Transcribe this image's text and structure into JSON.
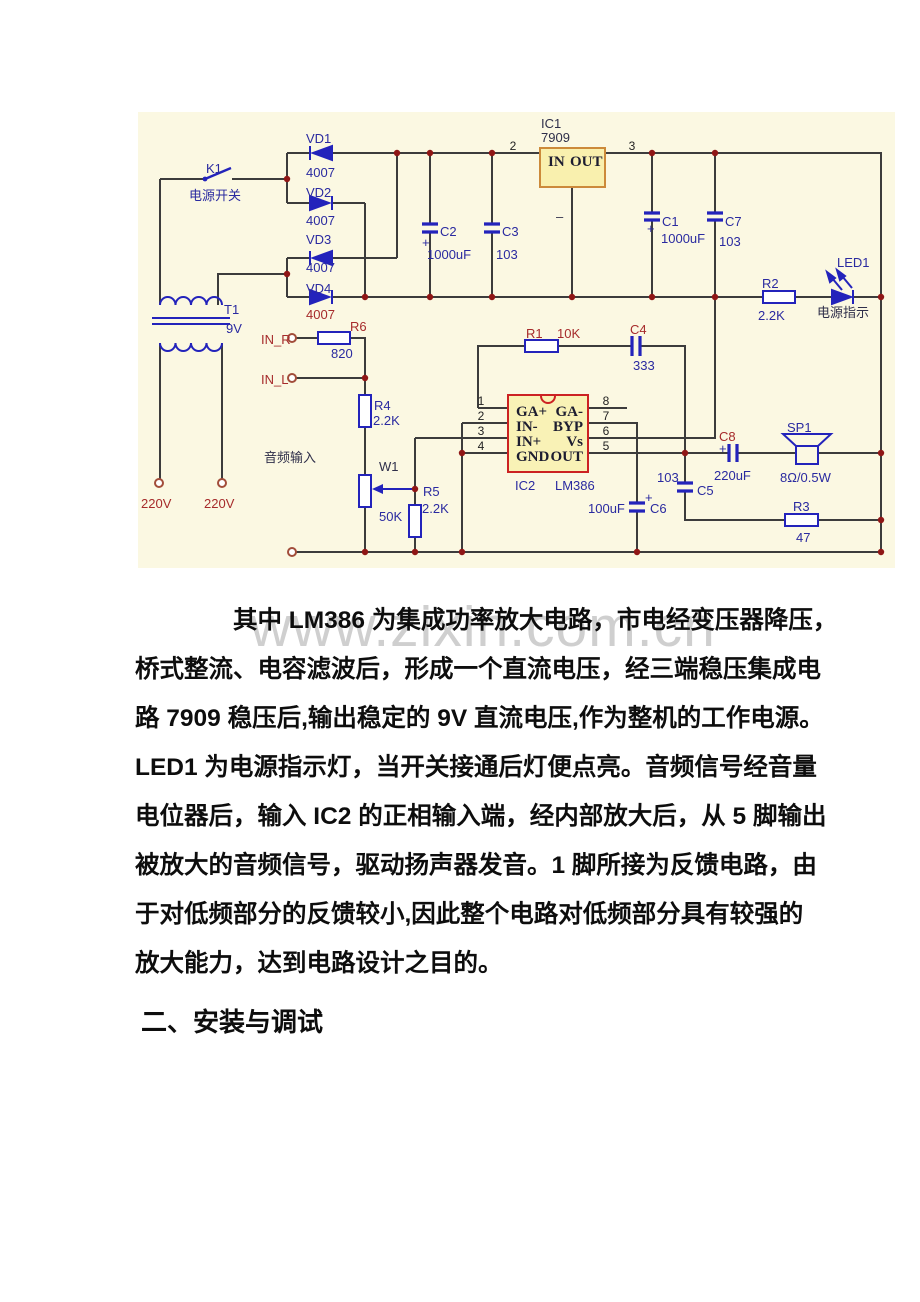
{
  "page": {
    "background": "#ffffff"
  },
  "schematic": {
    "bg": "#fbf8e2",
    "wire_color": "#3c3c3c",
    "component_color": "#2323bb",
    "junction_color": "#8f1616",
    "labels": {
      "k1": "K1",
      "k1_name": "电源开关",
      "vd1": "VD1",
      "d1": "4007",
      "vd2": "VD2",
      "d2": "4007",
      "vd3": "VD3",
      "d3": "4007",
      "vd4": "VD4",
      "d4": "4007",
      "t1": "T1",
      "t1_v": "9V",
      "ac1": "220V",
      "ac2": "220V",
      "in_r": "IN_R",
      "in_l": "IN_L",
      "r6": "R6",
      "r6_v": "820",
      "r4": "R4",
      "r4_v": "2.2K",
      "audio_in": "音频输入",
      "w1": "W1",
      "w1_v": "50K",
      "r5": "R5",
      "r5_v": "2.2K",
      "c2": "C2",
      "c2_v": "1000uF",
      "c3": "C3",
      "c3_v": "103",
      "ic1": "IC1",
      "ic1_part": "7909",
      "ic1_in": "IN",
      "ic1_out": "OUT",
      "ic1_pin2": "2",
      "ic1_pin3": "3",
      "minus": "–",
      "c1": "C1",
      "c1_v": "1000uF",
      "c7": "C7",
      "c7_v": "103",
      "r2": "R2",
      "r2_v": "2.2K",
      "led1": "LED1",
      "led1_name": "电源指示",
      "r1": "R1",
      "r1_v": "10K",
      "c4": "C4",
      "c4_v": "333",
      "ic2": "IC2",
      "ic2_part": "LM386",
      "ga_p": "GA+",
      "ga_m": "GA-",
      "in_m": "IN-",
      "byp": "BYP",
      "in_p": "IN+",
      "vs": "Vs",
      "gnd": "GND",
      "out": "OUT",
      "p1": "1",
      "p2": "2",
      "p3": "3",
      "p4": "4",
      "p5": "5",
      "p6": "6",
      "p7": "7",
      "p8": "8",
      "c8": "C8",
      "c8_v": "220uF",
      "sp1": "SP1",
      "sp1_v": "8Ω/0.5W",
      "c5": "C5",
      "c5_v": "103",
      "c6": "C6",
      "c6_v": "100uF",
      "r3": "R3",
      "r3_v": "47",
      "plus": "+"
    }
  },
  "watermark": "www.zixin.com.cn",
  "body": {
    "lines": [
      "其中 LM386 为集成功率放大电路，市电经变压器降压，",
      "桥式整流、电容滤波后，形成一个直流电压，经三端稳压集成电",
      "路 7909 稳压后,输出稳定的 9V 直流电压,作为整机的工作电源。",
      "LED1 为电源指示灯，当开关接通后灯便点亮。音频信号经音量",
      "电位器后，输入 IC2 的正相输入端，经内部放大后，从 5 脚输出",
      "被放大的音频信号，驱动扬声器发音。1 脚所接为反馈电路，由",
      "于对低频部分的反馈较小,因此整个电路对低频部分具有较强的",
      "放大能力，达到电路设计之目的。"
    ]
  },
  "heading": "二、安装与调试"
}
